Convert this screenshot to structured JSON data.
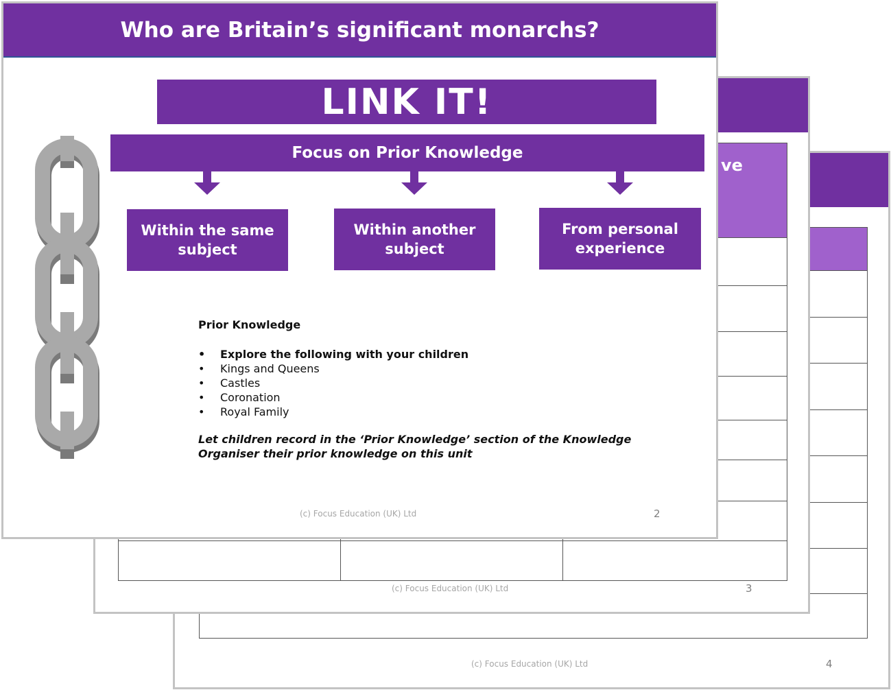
{
  "slide4": {
    "footer": "(c) Focus Education (UK) Ltd",
    "page": "4"
  },
  "slide3": {
    "partial_heading": "ve",
    "footer": "(c) Focus Education (UK) Ltd",
    "page": "3"
  },
  "slide2": {
    "title": "Who are Britain’s significant monarchs?",
    "banner": "LINK IT!",
    "focus": "Focus on Prior Knowledge",
    "boxes": [
      "Within the same subject",
      "Within another subject",
      "From personal experience"
    ],
    "prior_heading": "Prior Knowledge",
    "bullets": [
      "Explore the following with your children",
      "Kings and Queens",
      "Castles",
      "Coronation",
      "Royal Family"
    ],
    "instruction": "Let children record in the ‘Prior Knowledge’ section of the Knowledge Organiser their prior knowledge on this unit",
    "footer": "(c) Focus Education (UK) Ltd",
    "page": "2"
  },
  "colors": {
    "purple": "#7030a0",
    "light_purple": "#a061cc"
  }
}
